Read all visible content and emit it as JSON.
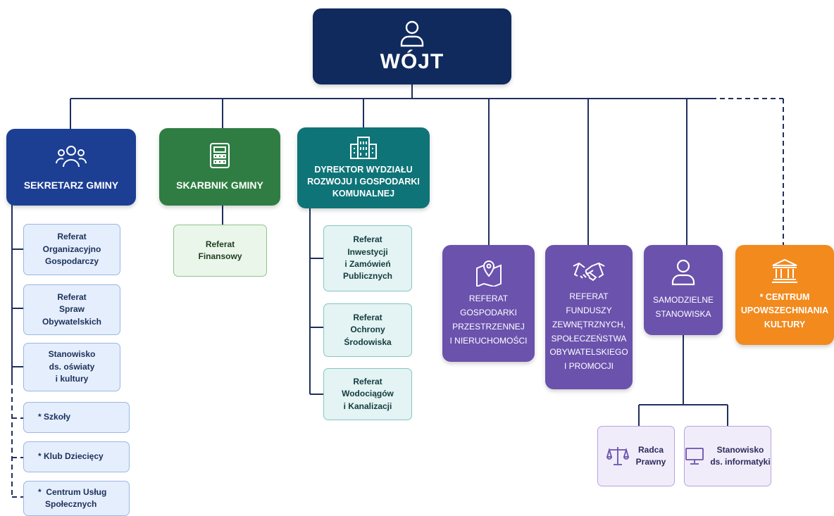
{
  "head": {
    "title": "WÓJT",
    "icon": "person-icon"
  },
  "top_units": [
    {
      "label": "SEKRETARZ GMINY",
      "icon": "people-group-icon",
      "color": "#1c3f94"
    },
    {
      "label": "SKARBNIK GMINY",
      "icon": "calculator-icon",
      "color": "#2f7d43"
    },
    {
      "label": "DYREKTOR WYDZIAŁU\nROZWOJU I GOSPODARKI\nKOMUNALNEJ",
      "icon": "office-building-icon",
      "color": "#0e7478"
    },
    {
      "label": "REFERAT\nGOSPODARKI\nPRZESTRZENNEJ\nI NIERUCHOMOŚCI",
      "icon": "map-pin-icon",
      "color": "#6a52ad"
    },
    {
      "label": "REFERAT\nFUNDUSZY\nZEWNĘTRZNYCH,\nSPOŁECZEŃSTWA\nOBYWATELSKIEGO\nI PROMOCJI",
      "icon": "handshake-icon",
      "color": "#6a52ad"
    },
    {
      "label": "SAMODZIELNE\nSTANOWISKA",
      "icon": "person-icon",
      "color": "#6a52ad"
    },
    {
      "label": "* CENTRUM\nUPOWSZECHNIANIA\nKULTURY",
      "icon": "institution-building-icon",
      "color": "#f28a1e"
    }
  ],
  "sekretarz_units": [
    {
      "label": "Referat\nOrganizacyjno\nGospodarczy"
    },
    {
      "label": "Referat\nSpraw\nObywatelskich"
    },
    {
      "label": "Stanowisko\nds. oświaty\ni kultury"
    }
  ],
  "sekretarz_dashed_units": [
    {
      "label": "*  Szkoły"
    },
    {
      "label": "*  Klub Dziecięcy"
    },
    {
      "label": "*  Centrum Usług\n   Społecznych"
    }
  ],
  "skarbnik_units": [
    {
      "label": "Referat\nFinansowy"
    }
  ],
  "dyrektor_units": [
    {
      "label": "Referat\nInwestycji\ni Zamówień\nPublicznych"
    },
    {
      "label": "Referat\nOchrony\nŚrodowiska"
    },
    {
      "label": "Referat\nWodociągów\ni Kanalizacji"
    }
  ],
  "positions": [
    {
      "label": "Radca\nPrawny",
      "icon": "scales-icon"
    },
    {
      "label": "Stanowisko\nds. informatyki",
      "icon": "monitor-icon"
    }
  ]
}
